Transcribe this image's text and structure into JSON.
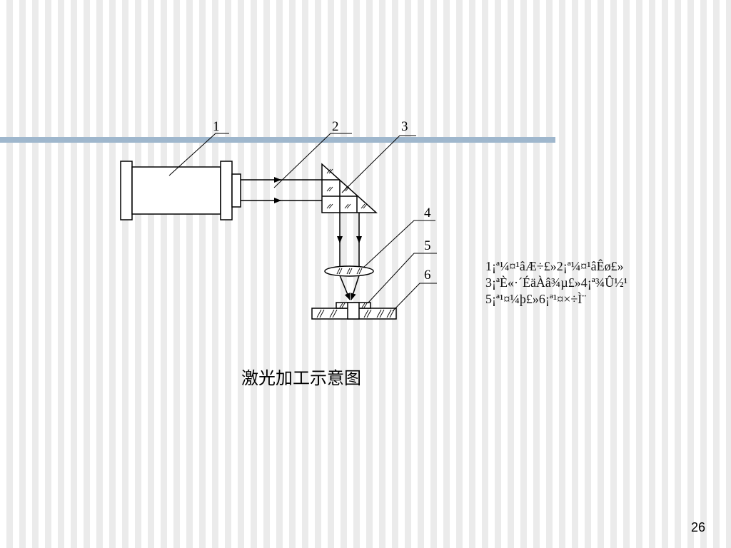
{
  "slide": {
    "caption": "激光加工示意图",
    "page_number": "26",
    "accent_color": "#9fb7cd"
  },
  "diagram": {
    "callouts": [
      "1",
      "2",
      "3",
      "4",
      "5",
      "6"
    ],
    "legend_lines": [
      "1¡ª¼¤¹âÆ÷£»2¡ª¼¤¹âÊø£»",
      "3¡ªÈ«·´ÉäÀâ¾µ£»4¡ª¾Û½¹",
      "5¡ª¹¤¼þ£»6¡ª¹¤×÷Ì¨"
    ]
  }
}
